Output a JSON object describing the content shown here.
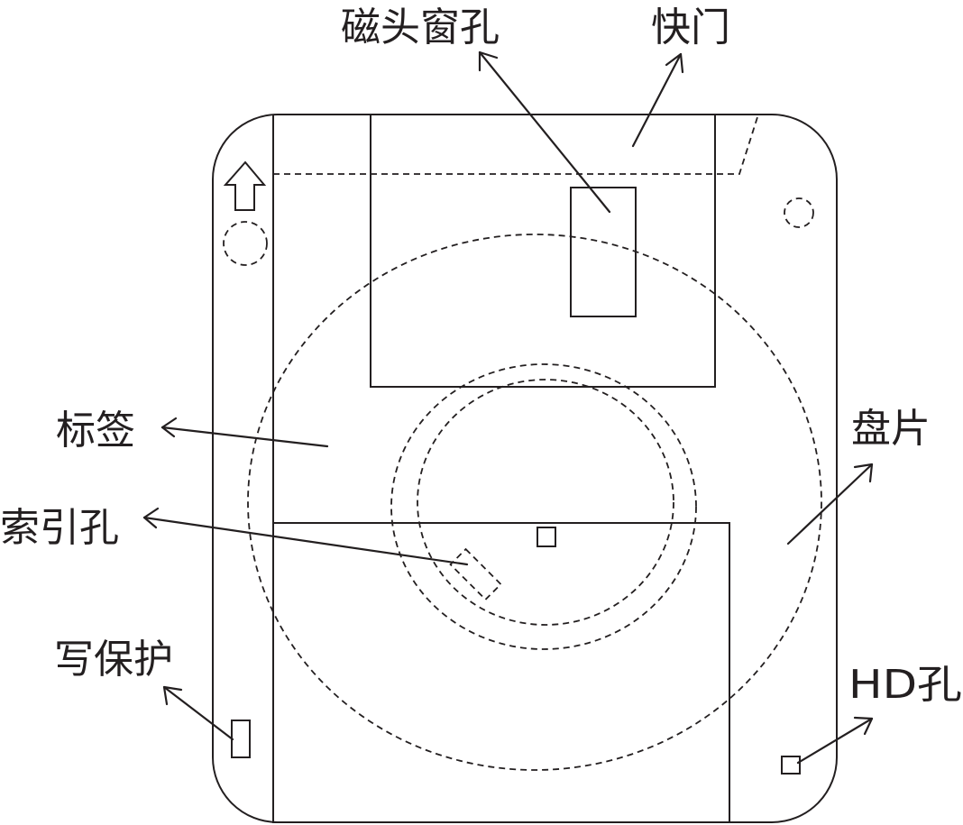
{
  "labels": {
    "head_window": "磁头窗孔",
    "shutter": "快门",
    "label": "标签",
    "disk": "盘片",
    "index_hole": "索引孔",
    "write_protect": "写保护",
    "hd_hole": "HD孔"
  },
  "colors": {
    "ink": "#231f20",
    "background": "#ffffff"
  }
}
